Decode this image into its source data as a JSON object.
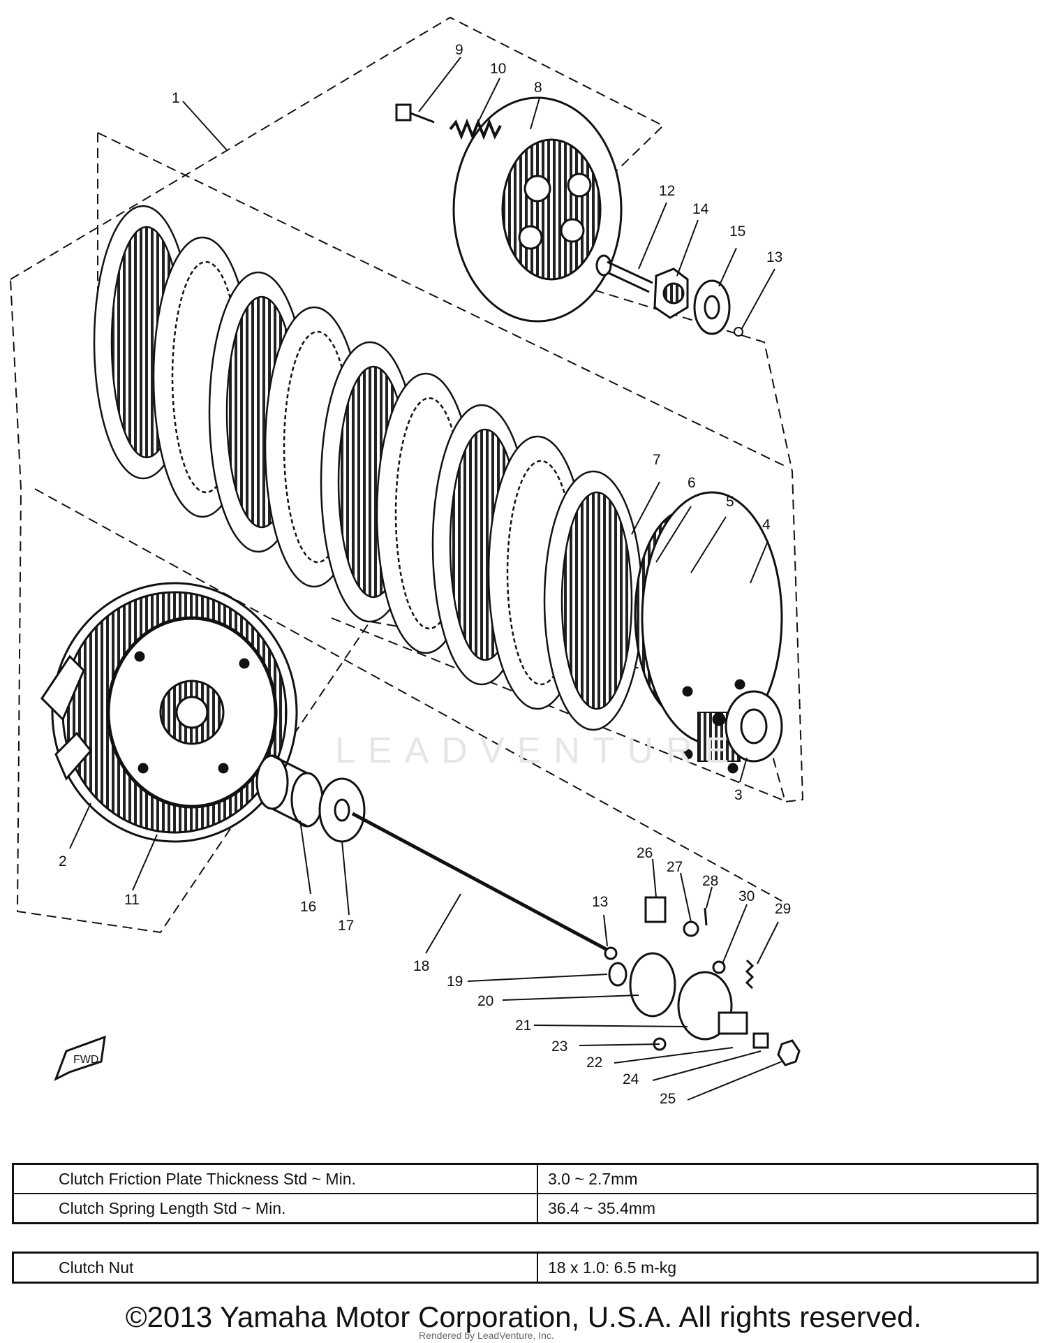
{
  "diagram": {
    "callouts": [
      "1",
      "2",
      "3",
      "4",
      "5",
      "6",
      "7",
      "8",
      "9",
      "10",
      "11",
      "12",
      "13",
      "14",
      "15",
      "16",
      "17",
      "18",
      "19",
      "20",
      "21",
      "22",
      "23",
      "24",
      "25",
      "26",
      "27",
      "28",
      "29",
      "30",
      "13"
    ],
    "watermark": "LEADVENTURE",
    "fwd_label": "FWD"
  },
  "specs": {
    "rows": [
      {
        "label": "Clutch Friction Plate Thickness Std ~ Min.",
        "value": "3.0 ~ 2.7mm"
      },
      {
        "label": "Clutch Spring Length Std ~ Min.",
        "value": "36.4 ~ 35.4mm"
      }
    ],
    "torque": {
      "label": "Clutch Nut",
      "value": "18 x 1.0: 6.5 m-kg"
    }
  },
  "footer": {
    "copyright": "©2013 Yamaha Motor Corporation, U.S.A. All rights reserved.",
    "rendered_by": "Rendered by LeadVenture, Inc."
  }
}
